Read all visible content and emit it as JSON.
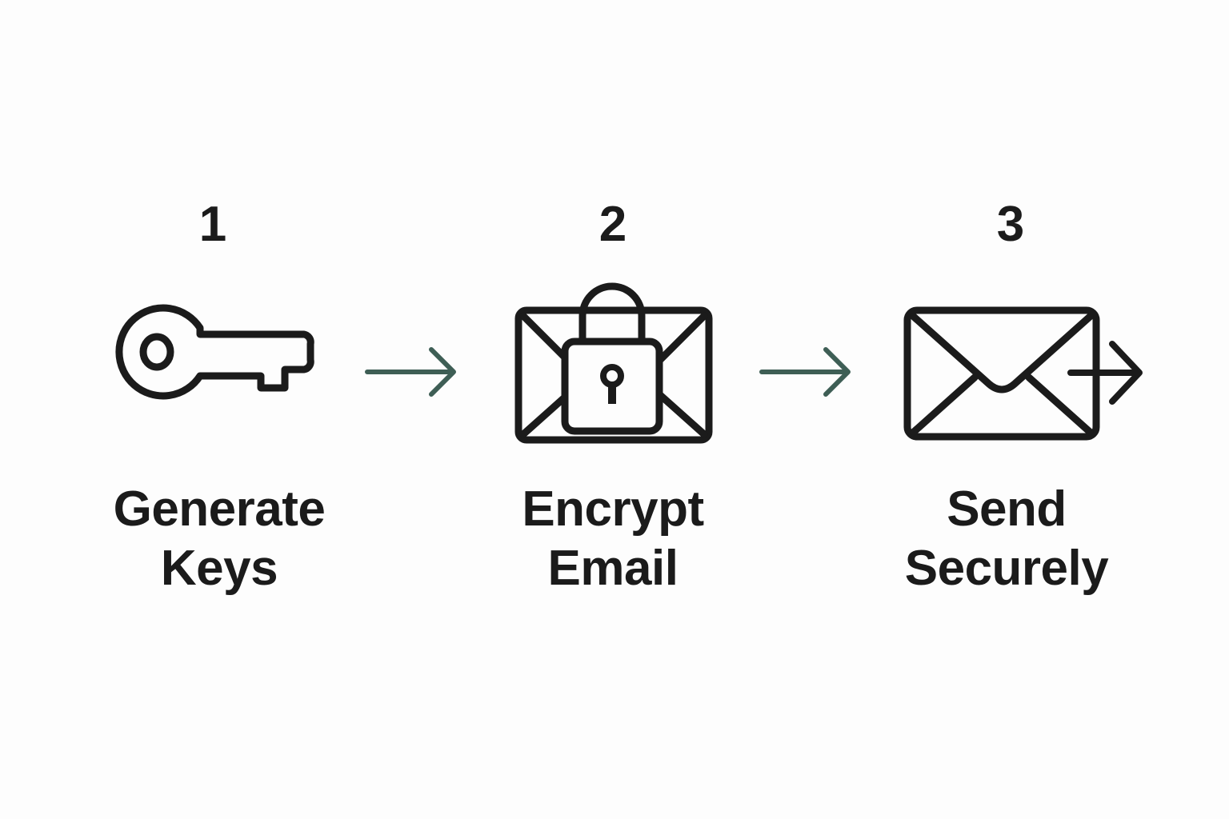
{
  "colors": {
    "icon_stroke": "#1b1b1b",
    "arrow": "#3e5e55",
    "background": "#fdfdfd"
  },
  "steps": [
    {
      "number": "1",
      "label_line1": "Generate",
      "label_line2": "Keys",
      "icon": "key-icon"
    },
    {
      "number": "2",
      "label_line1": "Encrypt",
      "label_line2": "Email",
      "icon": "locked-envelope-icon"
    },
    {
      "number": "3",
      "label_line1": "Send",
      "label_line2": "Securely",
      "icon": "send-envelope-icon"
    }
  ],
  "connectors": [
    {
      "icon": "right-arrow-icon"
    },
    {
      "icon": "right-arrow-icon"
    }
  ]
}
